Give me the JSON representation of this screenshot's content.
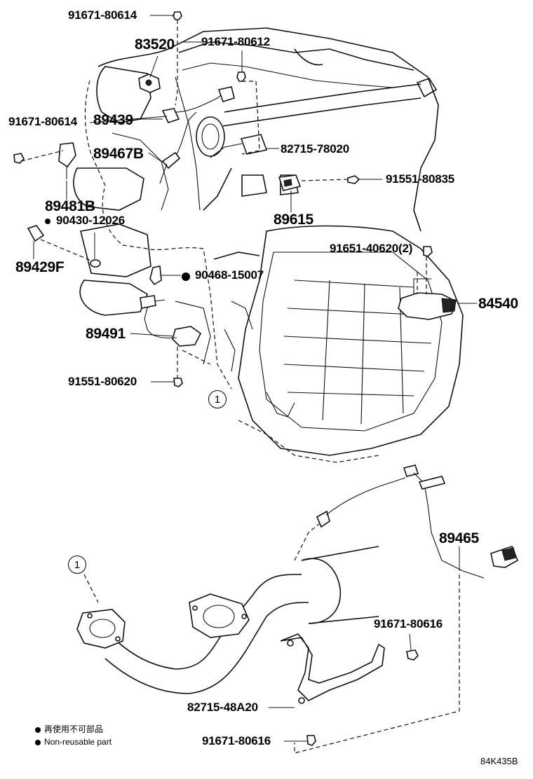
{
  "labels": {
    "p91671_80614_top": "91671-80614",
    "p83520": "83520",
    "p91671_80612": "91671-80612",
    "p91671_80614_left": "91671-80614",
    "p89439": "89439",
    "p89467B": "89467B",
    "p82715_78020": "82715-78020",
    "p91551_80835": "91551-80835",
    "p89481B": "89481B",
    "p90430_12026": "90430-12026",
    "p89615": "89615",
    "p89429F": "89429F",
    "p91651_40620": "91651-40620(2)",
    "p90468_15007": "90468-15007",
    "p84540": "84540",
    "p89491": "89491",
    "p91551_80620": "91551-80620",
    "p89465": "89465",
    "p91671_80616_a": "91671-80616",
    "p82715_48A20": "82715-48A20",
    "p91671_80616_b": "91671-80616"
  },
  "callouts": {
    "c1_top": "1",
    "c1_bottom": "1"
  },
  "legend": {
    "line1": "再使用不可部品",
    "line2": "Non-reusable part"
  },
  "diagram_code": "84K435B"
}
